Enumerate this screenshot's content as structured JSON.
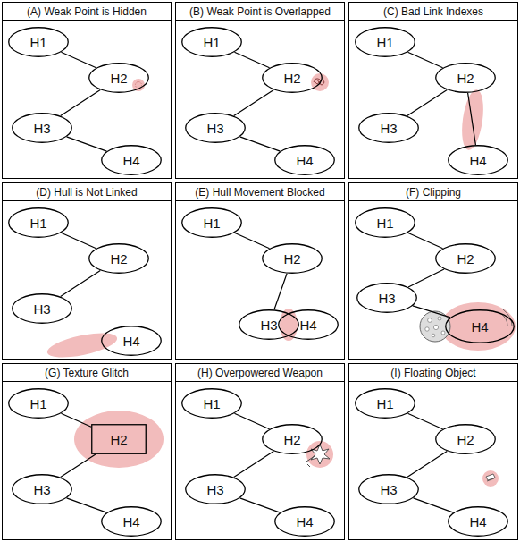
{
  "diagram": {
    "nodes": [
      {
        "text": [
          "(A) Weak Point is Hidden"
        ]
      },
      {
        "text": [
          "H1"
        ],
        "in": 0
      },
      {
        "text": [
          "H2"
        ],
        "in": 0
      },
      {
        "text": [
          "H3"
        ],
        "in": 0
      },
      {
        "text": [
          "H4"
        ],
        "in": 0
      },
      {
        "text": [
          "(B) Weak Point is Overlapped"
        ]
      },
      {
        "text": [
          "H1"
        ],
        "in": 5
      },
      {
        "text": [
          "H2"
        ],
        "in": 5
      },
      {
        "text": [
          "H3"
        ],
        "in": 5
      },
      {
        "text": [
          "H4"
        ],
        "in": 5
      },
      {
        "text": [
          "(C) Bad Link Indexes"
        ]
      },
      {
        "text": [
          "H1"
        ],
        "in": 10
      },
      {
        "text": [
          "H2"
        ],
        "in": 10
      },
      {
        "text": [
          "H3"
        ],
        "in": 10
      },
      {
        "text": [
          "H4"
        ],
        "in": 10
      },
      {
        "text": [
          "(D) Hull is Not Linked"
        ]
      },
      {
        "text": [
          "H1"
        ],
        "in": 15
      },
      {
        "text": [
          "H2"
        ],
        "in": 15
      },
      {
        "text": [
          "H3"
        ],
        "in": 15
      },
      {
        "text": [
          "H4"
        ],
        "in": 15
      },
      {
        "text": [
          "(E) Hull Movement Blocked"
        ]
      },
      {
        "text": [
          "H1"
        ],
        "in": 20
      },
      {
        "text": [
          "H2"
        ],
        "in": 20
      },
      {
        "text": [
          "H3"
        ],
        "in": 20
      },
      {
        "text": [
          "H4"
        ],
        "in": 20
      },
      {
        "text": [
          "(F) Clipping"
        ]
      },
      {
        "text": [
          "H1"
        ],
        "in": 25
      },
      {
        "text": [
          "H2"
        ],
        "in": 25
      },
      {
        "text": [
          "H3"
        ],
        "in": 25
      },
      {
        "text": [
          "H4"
        ],
        "in": 25
      },
      {
        "text": [
          "(G) Texture Glitch"
        ]
      },
      {
        "text": [
          "H1"
        ],
        "in": 30
      },
      {
        "text": [
          "H2"
        ],
        "in": 30
      },
      {
        "text": [
          "H3"
        ],
        "in": 30
      },
      {
        "text": [
          "H4"
        ],
        "in": 30
      },
      {
        "text": [
          "(H) Overpowered Weapon"
        ]
      },
      {
        "text": [
          "H1"
        ],
        "in": 35
      },
      {
        "text": [
          "H2"
        ],
        "in": 35
      },
      {
        "text": [
          "H3"
        ],
        "in": 35
      },
      {
        "text": [
          "H4"
        ],
        "in": 35
      },
      {
        "text": [
          "(I) Floating Object"
        ]
      },
      {
        "text": [
          "H1"
        ],
        "in": 40
      },
      {
        "text": [
          "H2"
        ],
        "in": 40
      },
      {
        "text": [
          "H3"
        ],
        "in": 40
      },
      {
        "text": [
          "H4"
        ],
        "in": 40
      }
    ],
    "edges": [
      {
        "from": 1,
        "to": 2,
        "arrow": "none"
      },
      {
        "from": 2,
        "to": 3,
        "arrow": "none"
      },
      {
        "from": 3,
        "to": 4,
        "arrow": "none"
      },
      {
        "from": 6,
        "to": 7,
        "arrow": "none"
      },
      {
        "from": 7,
        "to": 8,
        "arrow": "none"
      },
      {
        "from": 8,
        "to": 9,
        "arrow": "none"
      },
      {
        "from": 11,
        "to": 12,
        "arrow": "none"
      },
      {
        "from": 12,
        "to": 13,
        "arrow": "none"
      },
      {
        "from": 12,
        "to": 14,
        "arrow": "none"
      },
      {
        "from": 16,
        "to": 17,
        "arrow": "none"
      },
      {
        "from": 17,
        "to": 18,
        "arrow": "none"
      },
      {
        "from": 21,
        "to": 22,
        "arrow": "none"
      },
      {
        "from": 22,
        "to": 23,
        "arrow": "none"
      },
      {
        "from": 26,
        "to": 27,
        "arrow": "none"
      },
      {
        "from": 27,
        "to": 28,
        "arrow": "none"
      },
      {
        "from": 28,
        "to": 29,
        "arrow": "none"
      },
      {
        "from": 31,
        "to": 32,
        "arrow": "none"
      },
      {
        "from": 32,
        "to": 33,
        "arrow": "none"
      },
      {
        "from": 33,
        "to": 34,
        "arrow": "none"
      },
      {
        "from": 36,
        "to": 37,
        "arrow": "none"
      },
      {
        "from": 37,
        "to": 38,
        "arrow": "none"
      },
      {
        "from": 38,
        "to": 39,
        "arrow": "none"
      },
      {
        "from": 41,
        "to": 42,
        "arrow": "none"
      },
      {
        "from": 42,
        "to": 43,
        "arrow": "none"
      },
      {
        "from": 43,
        "to": 44,
        "arrow": "none"
      }
    ]
  }
}
